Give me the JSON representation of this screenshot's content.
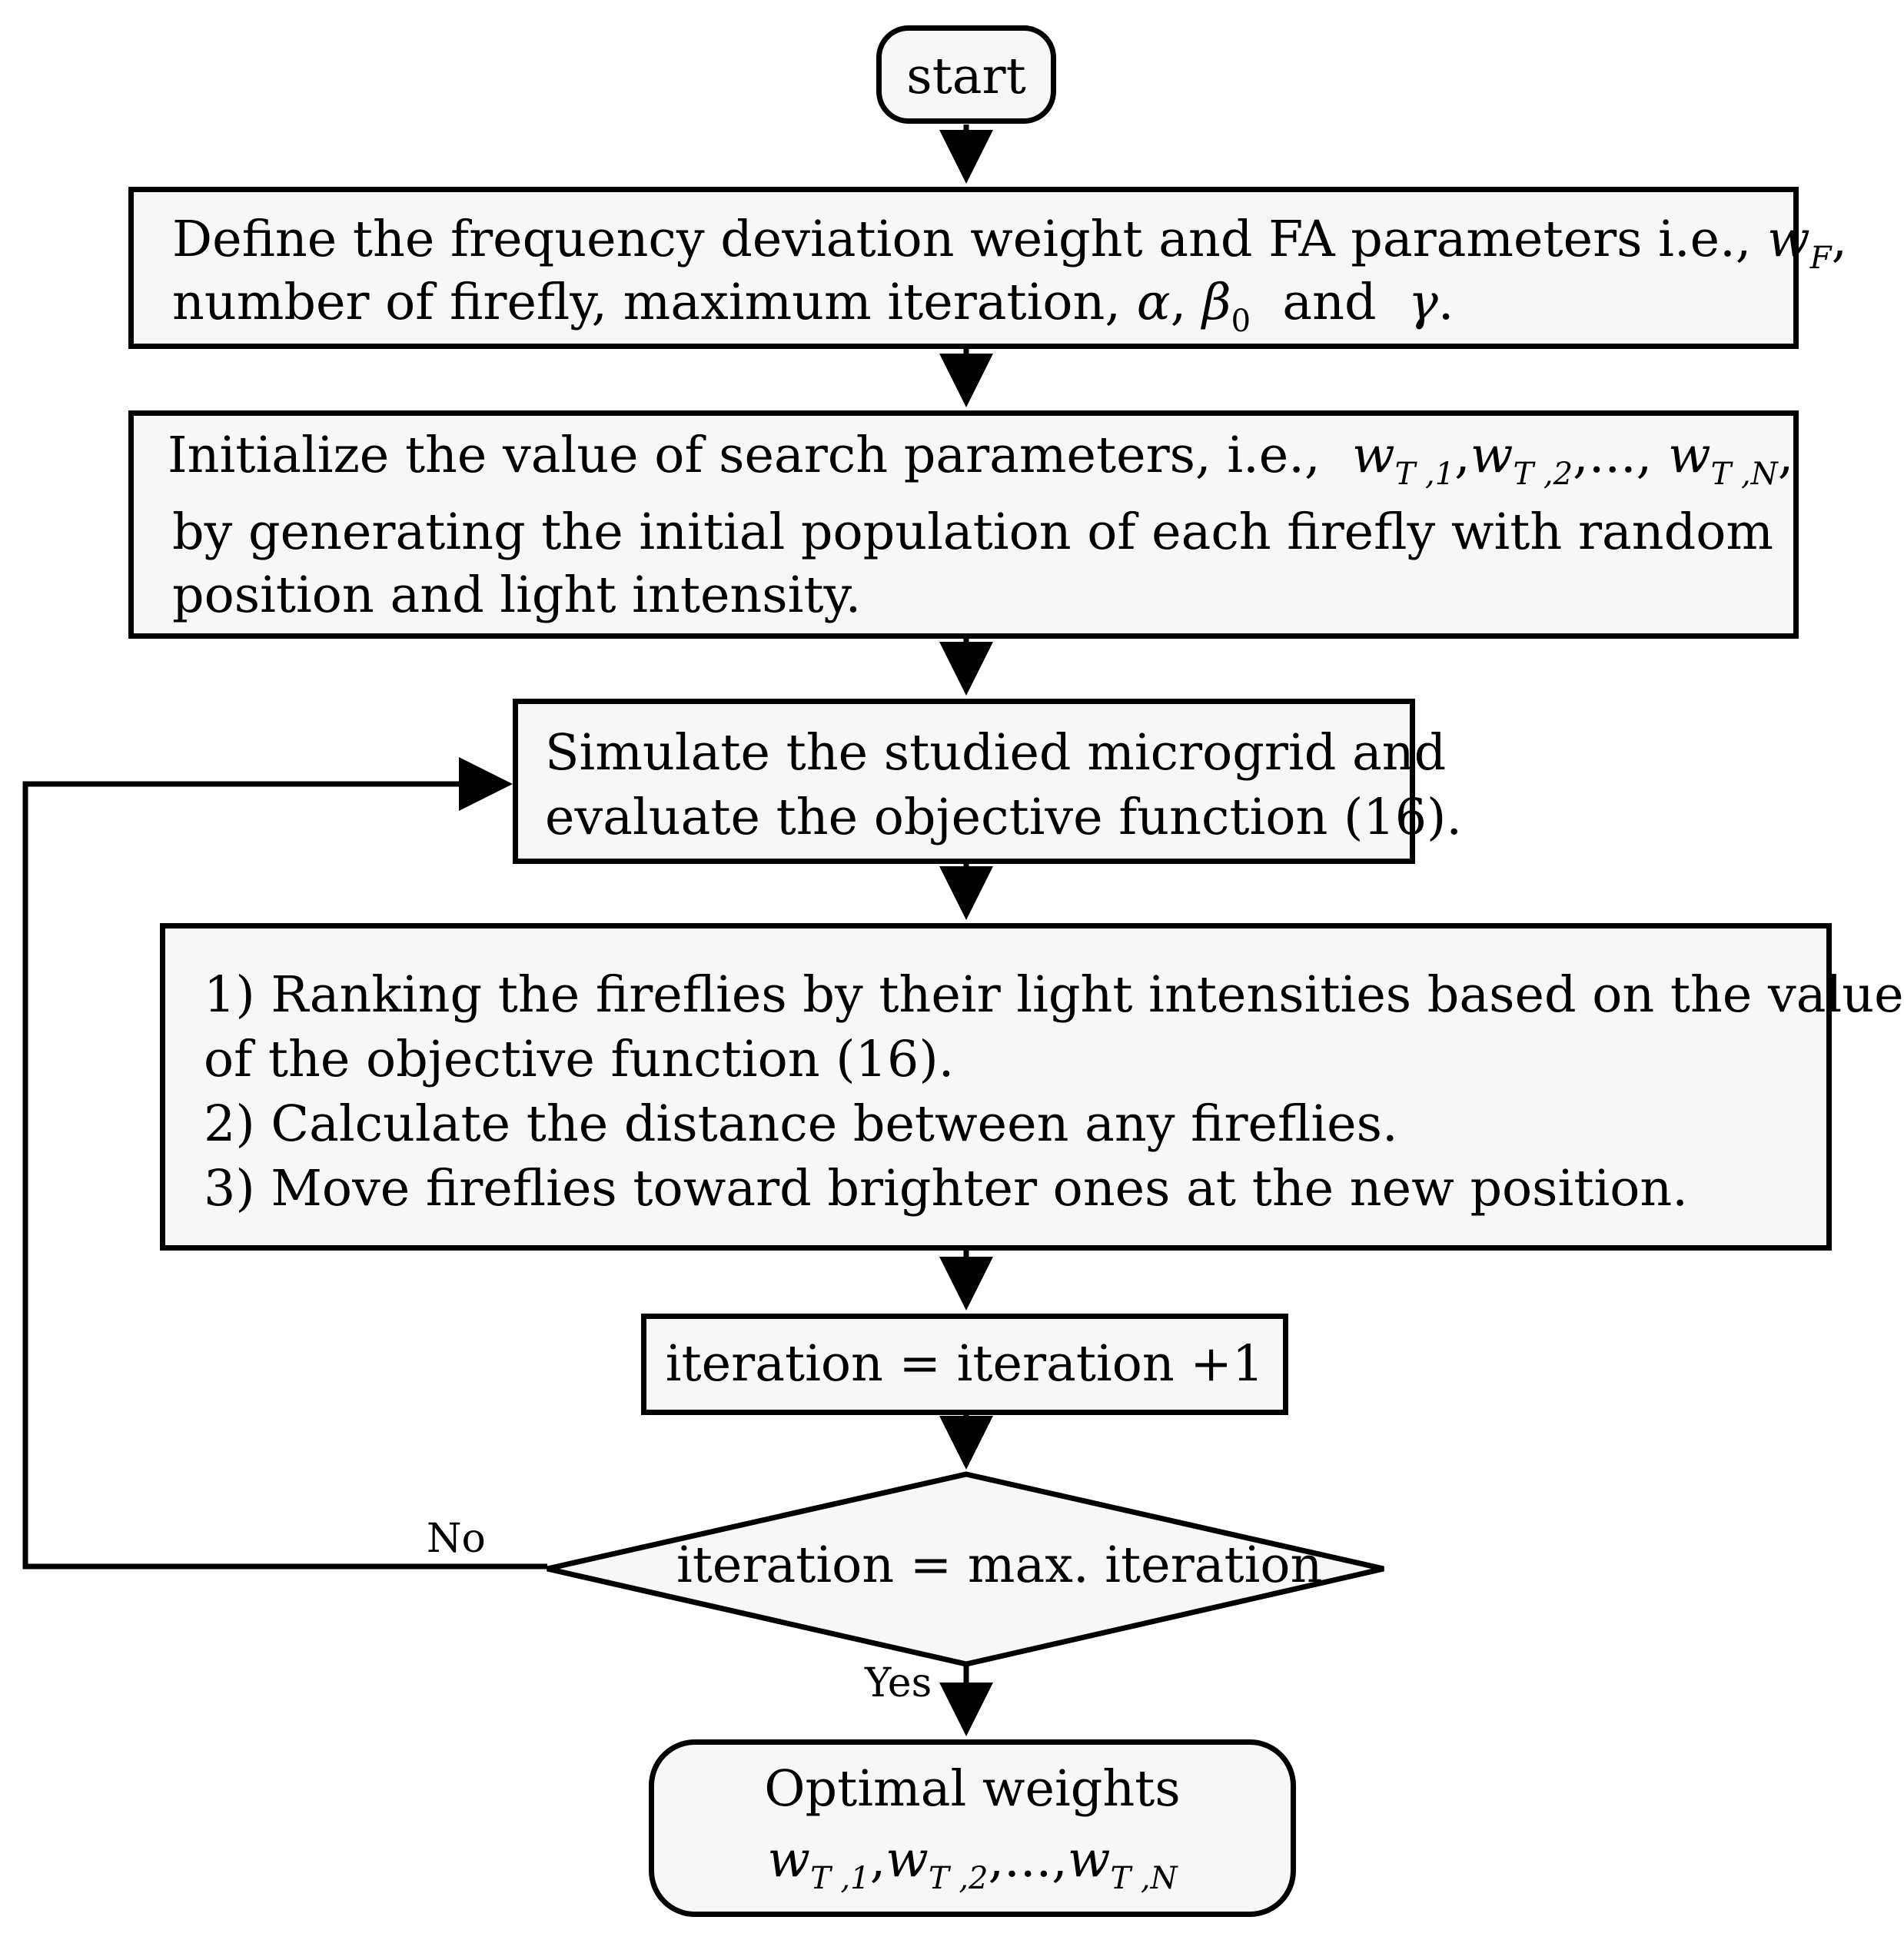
{
  "nodes": {
    "start": {
      "label": "start"
    },
    "define": {
      "line1": "Define the frequency deviation weight and FA parameters i.e.,",
      "line1_math_w": "w",
      "line1_math_sub": "F",
      "line1_tail": ",",
      "line2": "number of firefly, maximum iteration,",
      "alpha": "α",
      "comma": ",",
      "beta": "β",
      "beta_sub": "0",
      "and": "and",
      "gamma": "γ",
      "period": "."
    },
    "initialize": {
      "line1": "Initialize the value of search parameters, i.e.,",
      "w": "w",
      "sub1": "T ,1",
      "sub2": "T ,2",
      "subN": "T ,N",
      "sep": ",",
      "ellipsis": "...,",
      "line2": "by generating the initial population of each firefly with random",
      "line3": "position and light intensity."
    },
    "simulate": {
      "line1": "Simulate the studied microgrid and",
      "line2": "evaluate the objective function (16)."
    },
    "steps": {
      "line1": "1) Ranking the fireflies by their light intensities based on the value",
      "line2": "of the objective function (16).",
      "line3": "2) Calculate the distance between any fireflies.",
      "line4": "3) Move fireflies toward brighter ones at the new position."
    },
    "increment": {
      "label": "iteration = iteration +1"
    },
    "decision": {
      "label": "iteration = max. iteration"
    },
    "optimal": {
      "line1": "Optimal weights",
      "w": "w",
      "sub1": "T ,1",
      "sub2": "T ,2",
      "subN": "T ,N",
      "sep": ",",
      "ellipsis": "...,"
    }
  },
  "edges": {
    "no_label": "No",
    "yes_label": "Yes"
  },
  "colors": {
    "box_fill": "#f7f7f7",
    "stroke": "#000000",
    "background": "#ffffff"
  }
}
